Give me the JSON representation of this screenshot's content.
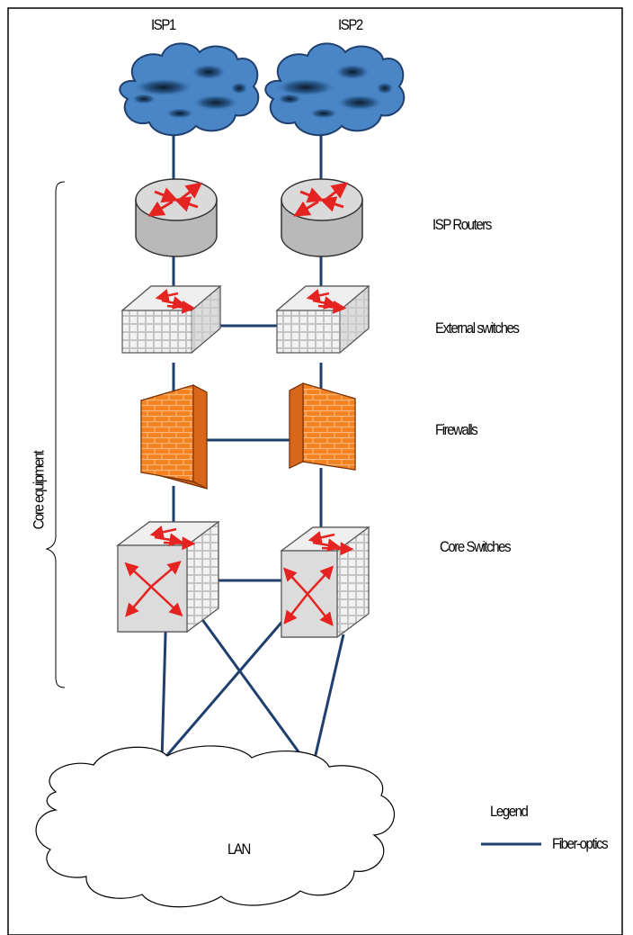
{
  "isp": {
    "isp1": "ISP1",
    "isp2": "ISP2"
  },
  "layers": {
    "routers": "ISP Routers",
    "external_switches": "External switches",
    "firewalls": "Firewalls",
    "core_switches": "Core Switches"
  },
  "bracket_label": "Core equipment",
  "lan_label": "LAN",
  "legend": {
    "title": "Legend",
    "items": [
      {
        "label": "Fiber-optics",
        "color": "#1f3f6e"
      }
    ]
  },
  "colors": {
    "link": "#1f3f6e",
    "cloud_blue": "#4a86c5",
    "router_grey": "#c9c9c9",
    "firewall_orange": "#f07a2a",
    "arrow_red": "#e52421"
  }
}
